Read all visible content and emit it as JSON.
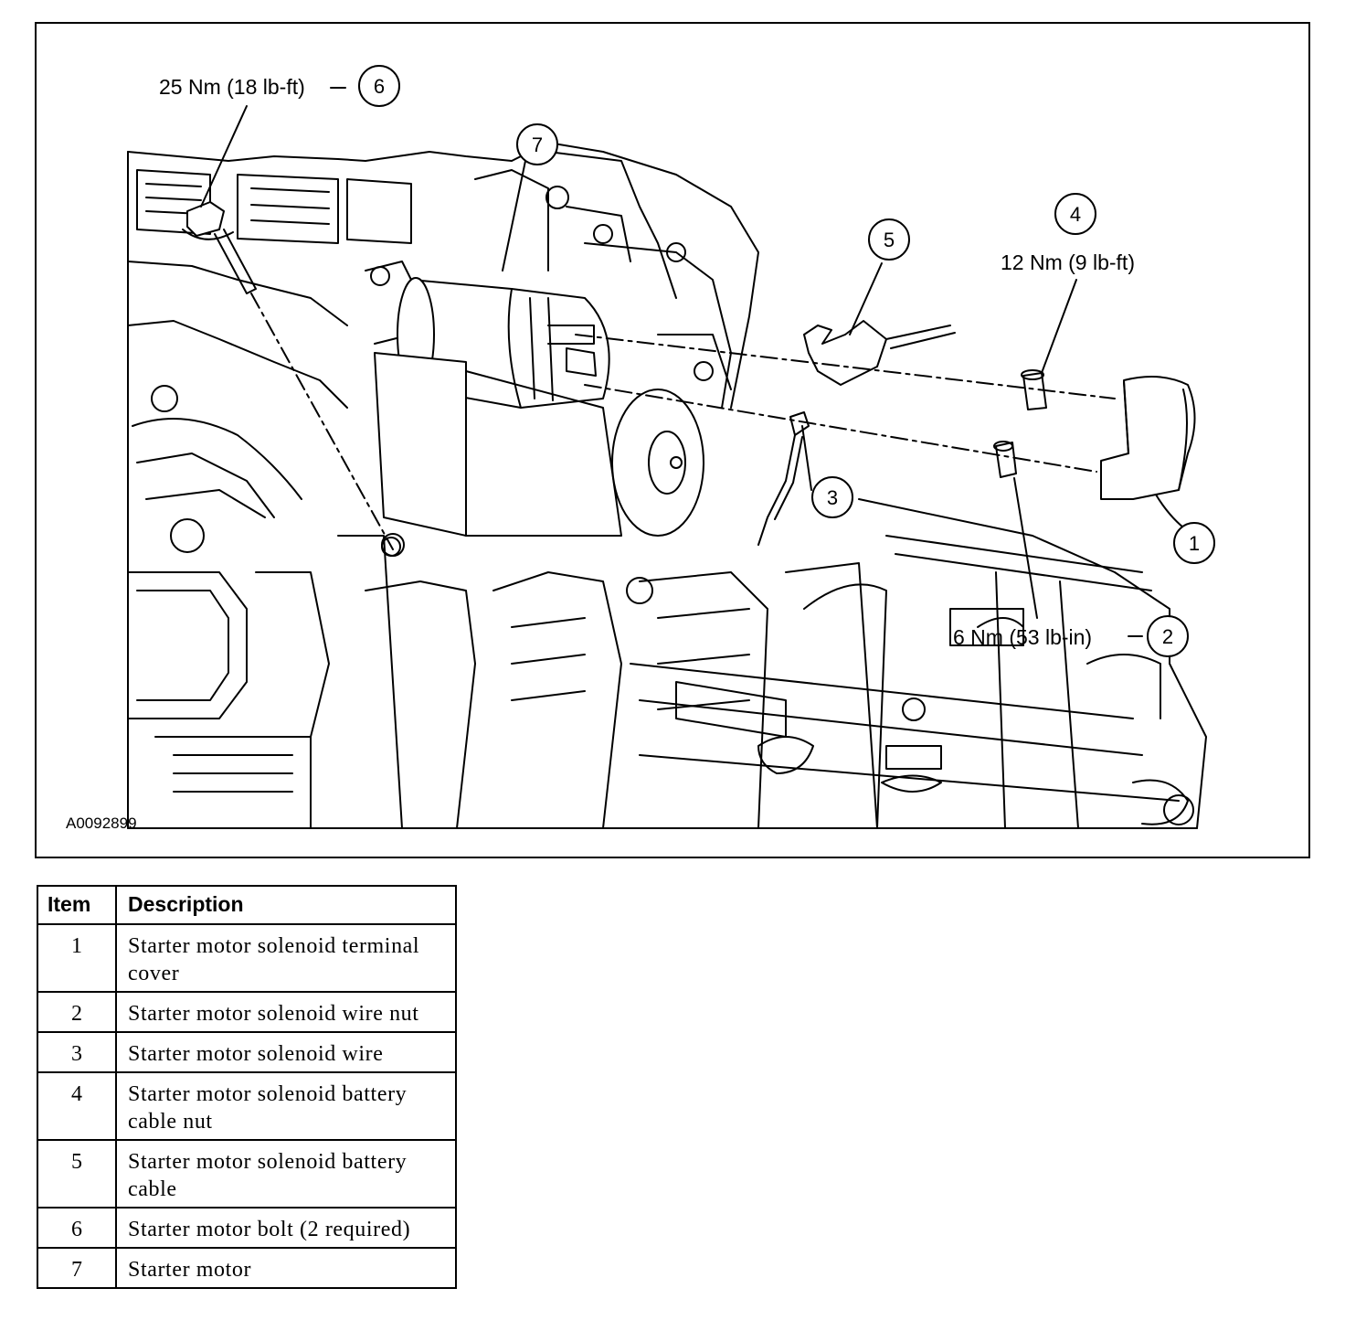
{
  "figure": {
    "id": "A0092899",
    "callouts": [
      {
        "num": "1",
        "torque": ""
      },
      {
        "num": "2",
        "torque": "6 Nm (53 lb-in)"
      },
      {
        "num": "3",
        "torque": ""
      },
      {
        "num": "4",
        "torque": "12 Nm (9 lb-ft)"
      },
      {
        "num": "5",
        "torque": ""
      },
      {
        "num": "6",
        "torque": "25 Nm (18 lb-ft)"
      },
      {
        "num": "7",
        "torque": ""
      }
    ]
  },
  "legend": {
    "headers": {
      "item": "Item",
      "description": "Description"
    },
    "rows": [
      {
        "item": "1",
        "description": "Starter motor solenoid terminal cover"
      },
      {
        "item": "2",
        "description": "Starter motor solenoid wire nut"
      },
      {
        "item": "3",
        "description": "Starter motor solenoid wire"
      },
      {
        "item": "4",
        "description": "Starter motor solenoid battery cable nut"
      },
      {
        "item": "5",
        "description": "Starter motor solenoid battery cable"
      },
      {
        "item": "6",
        "description": "Starter motor bolt (2 required)"
      },
      {
        "item": "7",
        "description": "Starter motor"
      }
    ]
  }
}
